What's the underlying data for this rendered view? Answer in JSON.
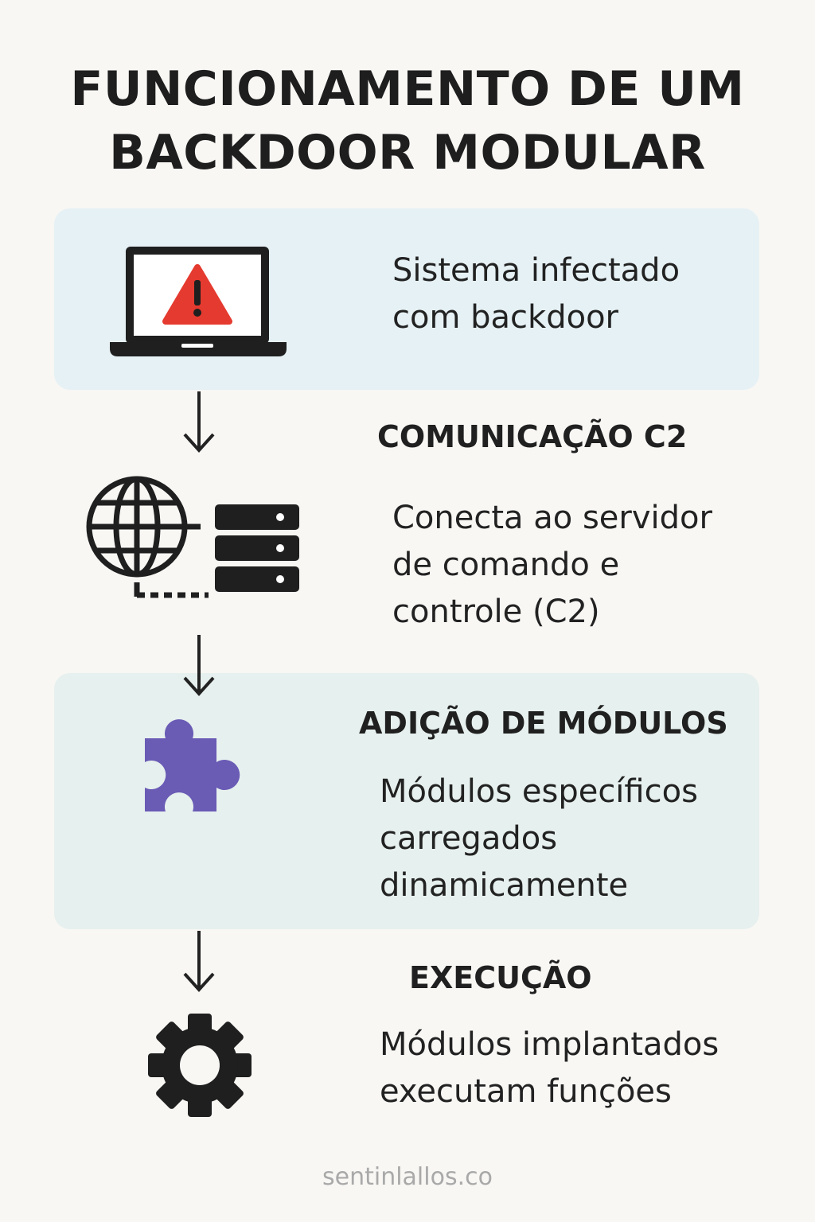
{
  "title": {
    "line1": "FUNCIONAMENTO DE UM",
    "line2": "BACKDOOR MODULAR"
  },
  "steps": [
    {
      "heading": "",
      "icon": "laptop-warning-icon",
      "desc_lines": [
        "Sistema infectado",
        "com backdoor"
      ]
    },
    {
      "heading": "COMUNICAÇÃO C2",
      "icon": "globe-server-icon",
      "desc_lines": [
        "Conecta ao servidor",
        "de comando e",
        "controle (C2)"
      ]
    },
    {
      "heading": "ADIÇÃO DE MÓDULOS",
      "icon": "puzzle-piece-icon",
      "desc_lines": [
        "Módulos específicos",
        "carregados",
        "dinamicamente"
      ]
    },
    {
      "heading": "EXECUÇÃO",
      "icon": "gear-icon",
      "desc_lines": [
        "Módulos implantados",
        "executam funções"
      ]
    }
  ],
  "colors": {
    "warning": "#e53a2f",
    "puzzle": "#6a5bb5",
    "panel_blue": "#e6f1f5",
    "panel_green": "#e6f0ee"
  },
  "footer": "sentinlallos.co"
}
